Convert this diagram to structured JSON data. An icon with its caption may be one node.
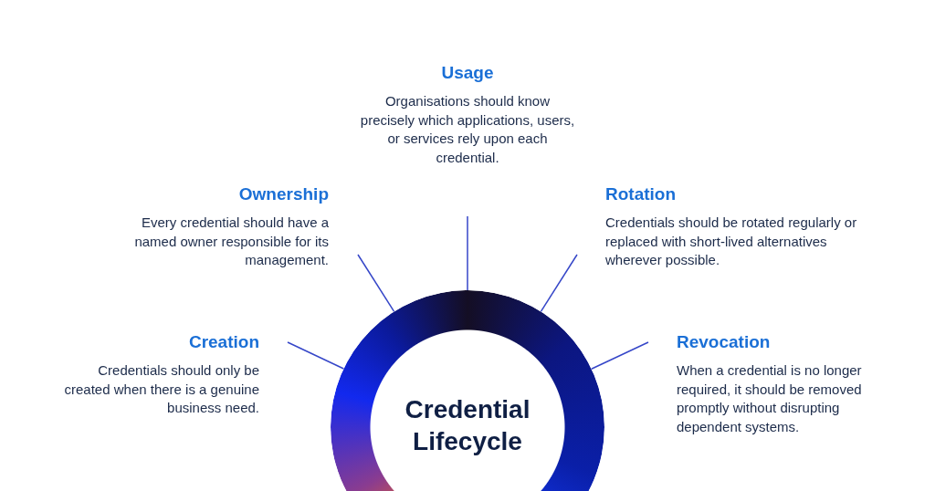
{
  "diagram": {
    "nodes": [
      {
        "text": [
          "Credential Lifecycle"
        ]
      },
      {
        "text": [
          "Creation",
          "Credentials should only be created when there is a genuine business need."
        ]
      },
      {
        "text": [
          "Ownership",
          "Every credential should have a named owner responsible for its management."
        ]
      },
      {
        "text": [
          "Usage",
          "Organisations should know precisely which applications, users, or services rely upon each credential."
        ]
      },
      {
        "text": [
          "Rotation",
          "Credentials should be rotated regularly or replaced with short-lived alternatives wherever possible."
        ]
      },
      {
        "text": [
          "Revocation",
          "When a credential is no longer required, it should be removed promptly without disrupting dependent systems."
        ]
      }
    ],
    "edges": [
      {
        "from": 0,
        "to": 1,
        "arrow": "none"
      },
      {
        "from": 0,
        "to": 2,
        "arrow": "none"
      },
      {
        "from": 0,
        "to": 3,
        "arrow": "none"
      },
      {
        "from": 0,
        "to": 4,
        "arrow": "none"
      },
      {
        "from": 0,
        "to": 5,
        "arrow": "none"
      }
    ]
  }
}
